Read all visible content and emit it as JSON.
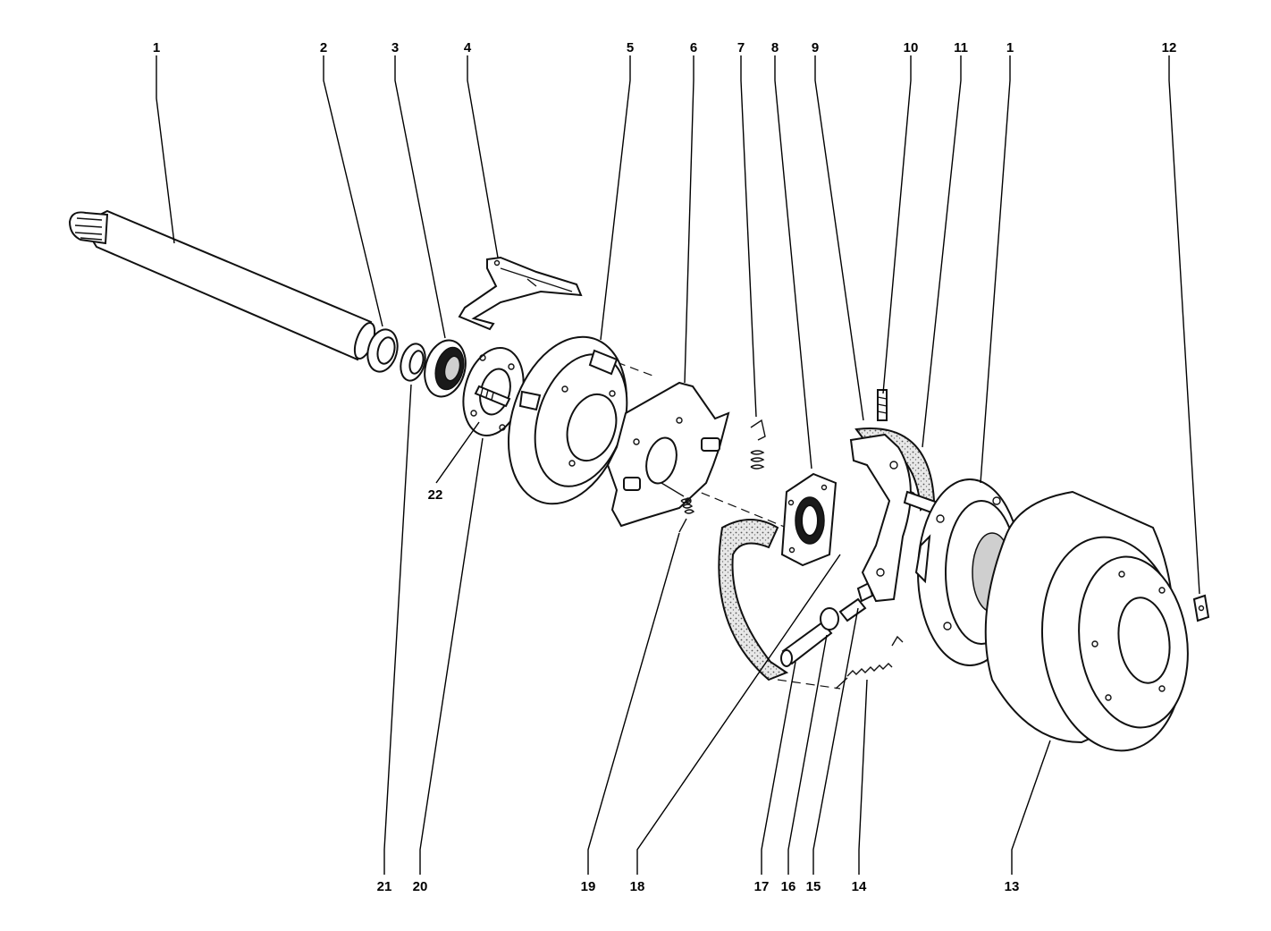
{
  "callouts_top": [
    "1",
    "2",
    "3",
    "4",
    "5",
    "6",
    "7",
    "8",
    "9",
    "10",
    "11",
    "1",
    "12"
  ],
  "callouts_bottom": [
    "21",
    "20",
    "19",
    "18",
    "17",
    "16",
    "15",
    "14",
    "13"
  ],
  "callouts_side": [
    "22"
  ],
  "colors": {
    "ink": "#111111",
    "paper": "#ffffff",
    "lining": "#bdbdbd"
  }
}
